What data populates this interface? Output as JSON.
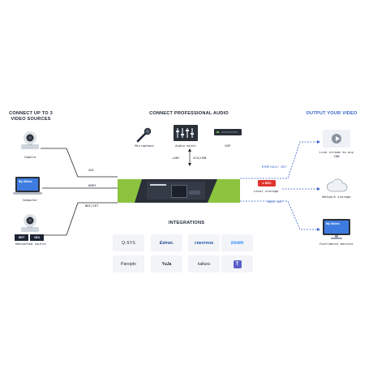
{
  "headings": {
    "sources": "CONNECT UP TO 3 VIDEO SOURCES",
    "audio": "CONNECT PROFESSIONAL AUDIO",
    "output": "OUTPUT YOUR VIDEO",
    "integrations": "INTEGRATIONS"
  },
  "sources": [
    {
      "label": "Camera",
      "icon": "ptz-camera-icon"
    },
    {
      "label": "Computer",
      "icon": "laptop-icon",
      "screen_text": "My Slides"
    },
    {
      "label": "Networked source",
      "icon": "ptz-camera-icon",
      "badges": [
        "SRT",
        "NDI"
      ]
    }
  ],
  "connections": {
    "sdi": "SDI",
    "hdmi": "HDMI",
    "ndi_srt": "NDI/SRT",
    "audio_power": "+48V",
    "audio_type": "XLR/USB",
    "rtmp": "RTMP/HLS/ SRT",
    "hdmi_out": "HDMI OUT"
  },
  "audio": [
    {
      "label": "Microphone",
      "icon": "microphone-icon"
    },
    {
      "label": "Audio mixer",
      "icon": "audio-mixer-icon"
    },
    {
      "label": "DSP",
      "icon": "dsp-rack-icon"
    }
  ],
  "rec": {
    "badge": "● REC",
    "label": "Local storage"
  },
  "outputs": [
    {
      "label": "Live stream to any CDN",
      "icon": "play-screen-icon"
    },
    {
      "label": "Network storage",
      "icon": "cloud-icon"
    },
    {
      "label": "Confidence monitor",
      "icon": "monitor-icon",
      "screen_text": "My Slides"
    }
  ],
  "integrations": [
    "Q-SYS",
    "Extron.",
    "CRESTRON",
    "zoom",
    "Panopto",
    "YuJa",
    "kaltura",
    "teams-logo"
  ],
  "colors": {
    "accent_blue": "#3461c9",
    "device_green": "#8cc43f",
    "rec_red": "#e0342f",
    "dark": "#1c2433"
  }
}
